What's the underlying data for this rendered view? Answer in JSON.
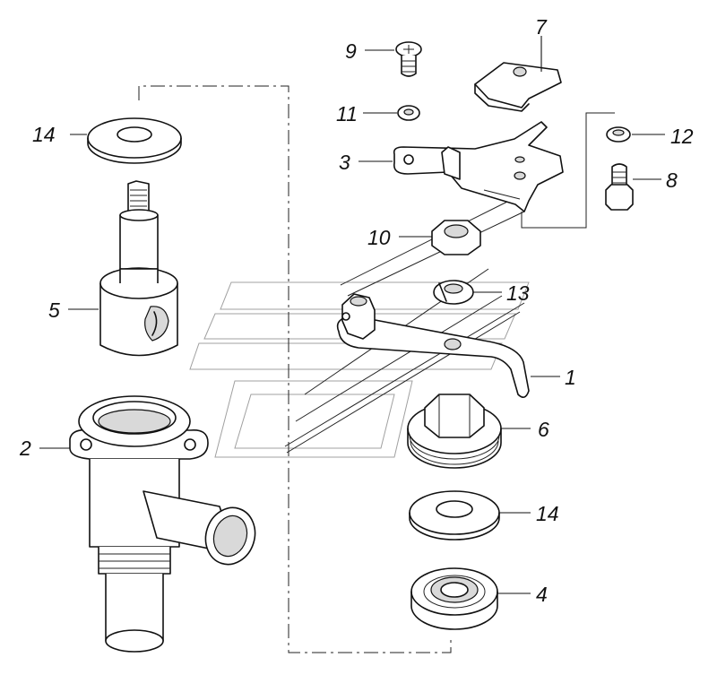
{
  "diagram": {
    "callouts": [
      {
        "id": "c1",
        "label": "1"
      },
      {
        "id": "c2",
        "label": "2"
      },
      {
        "id": "c3",
        "label": "3"
      },
      {
        "id": "c4",
        "label": "4"
      },
      {
        "id": "c5",
        "label": "5"
      },
      {
        "id": "c6",
        "label": "6"
      },
      {
        "id": "c7",
        "label": "7"
      },
      {
        "id": "c8",
        "label": "8"
      },
      {
        "id": "c9",
        "label": "9"
      },
      {
        "id": "c10",
        "label": "10"
      },
      {
        "id": "c11",
        "label": "11"
      },
      {
        "id": "c12",
        "label": "12"
      },
      {
        "id": "c13",
        "label": "13"
      },
      {
        "id": "c14a",
        "label": "14"
      },
      {
        "id": "c14b",
        "label": "14"
      }
    ]
  }
}
